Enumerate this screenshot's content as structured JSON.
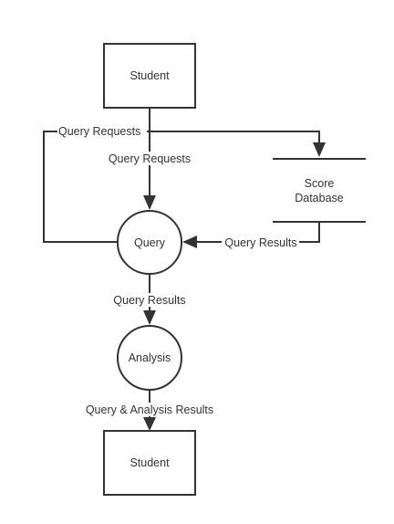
{
  "nodes": {
    "student_top": "Student",
    "query": "Query",
    "analysis": "Analysis",
    "student_bottom": "Student",
    "score_database_line1": "Score",
    "score_database_line2": "Database"
  },
  "edges": {
    "query_requests_loop": "Query Requests",
    "query_requests_down": "Query Requests",
    "query_results_from_db": "Query Results",
    "query_results_down": "Query Results",
    "query_analysis_results": "Query & Analysis Results"
  }
}
